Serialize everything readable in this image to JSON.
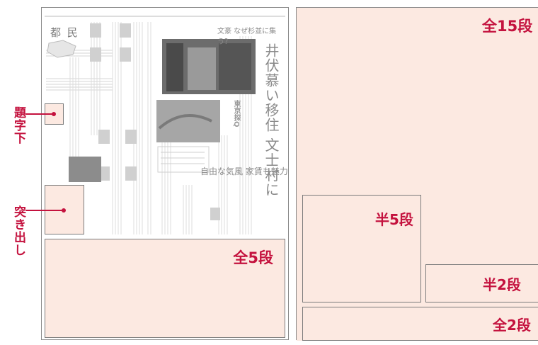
{
  "left_page": {
    "masthead": "都 民",
    "headline_small": "文豪 なぜ杉並に集う？",
    "headline_main": "井伏慕い移住 文士村に",
    "subheadline": "自由な気風 家賃も魅力",
    "series_badge": "東京探Q",
    "ads": {
      "full5": "全5段",
      "dashi_label": "題字下",
      "tsukidashi_label": "突き出し"
    }
  },
  "right_page": {
    "full15": "全15段",
    "half5": "半5段",
    "half2": "半2段",
    "full2": "全2段"
  },
  "colors": {
    "accent": "#c4123e",
    "ad_fill": "#fce9e1",
    "border": "#7b7b7b"
  }
}
